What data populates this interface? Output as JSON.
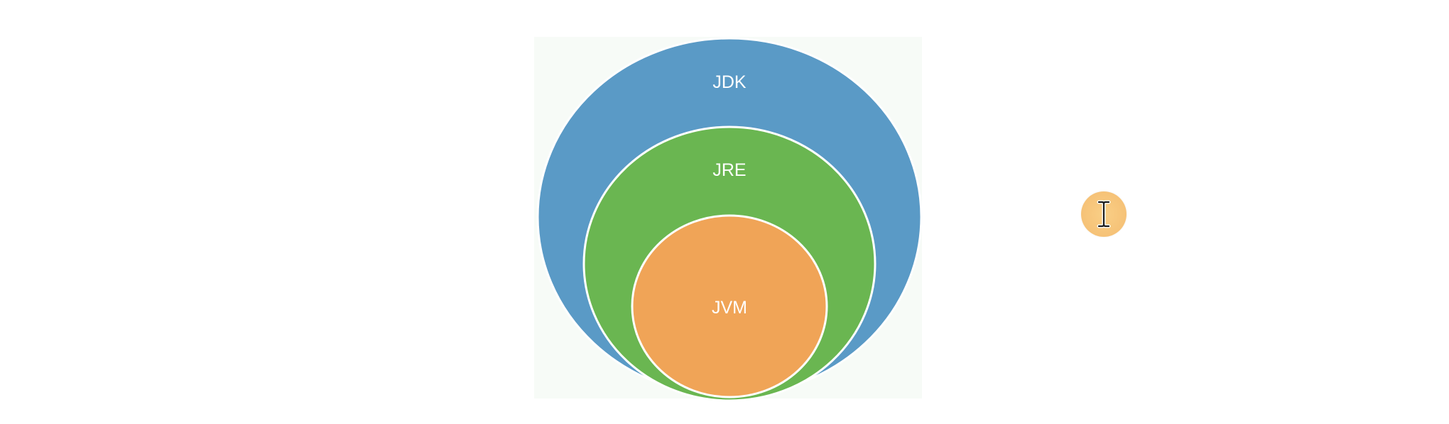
{
  "diagram": {
    "circles": [
      {
        "id": "jdk",
        "label": "JDK",
        "color": "#5a9ac6"
      },
      {
        "id": "jre",
        "label": "JRE",
        "color": "#6ab651"
      },
      {
        "id": "jvm",
        "label": "JVM",
        "color": "#f0a457"
      }
    ],
    "outline_color": "#ffffff"
  },
  "cursor": {
    "icon": "text-cursor-icon",
    "highlight_color": "#f6c277"
  }
}
